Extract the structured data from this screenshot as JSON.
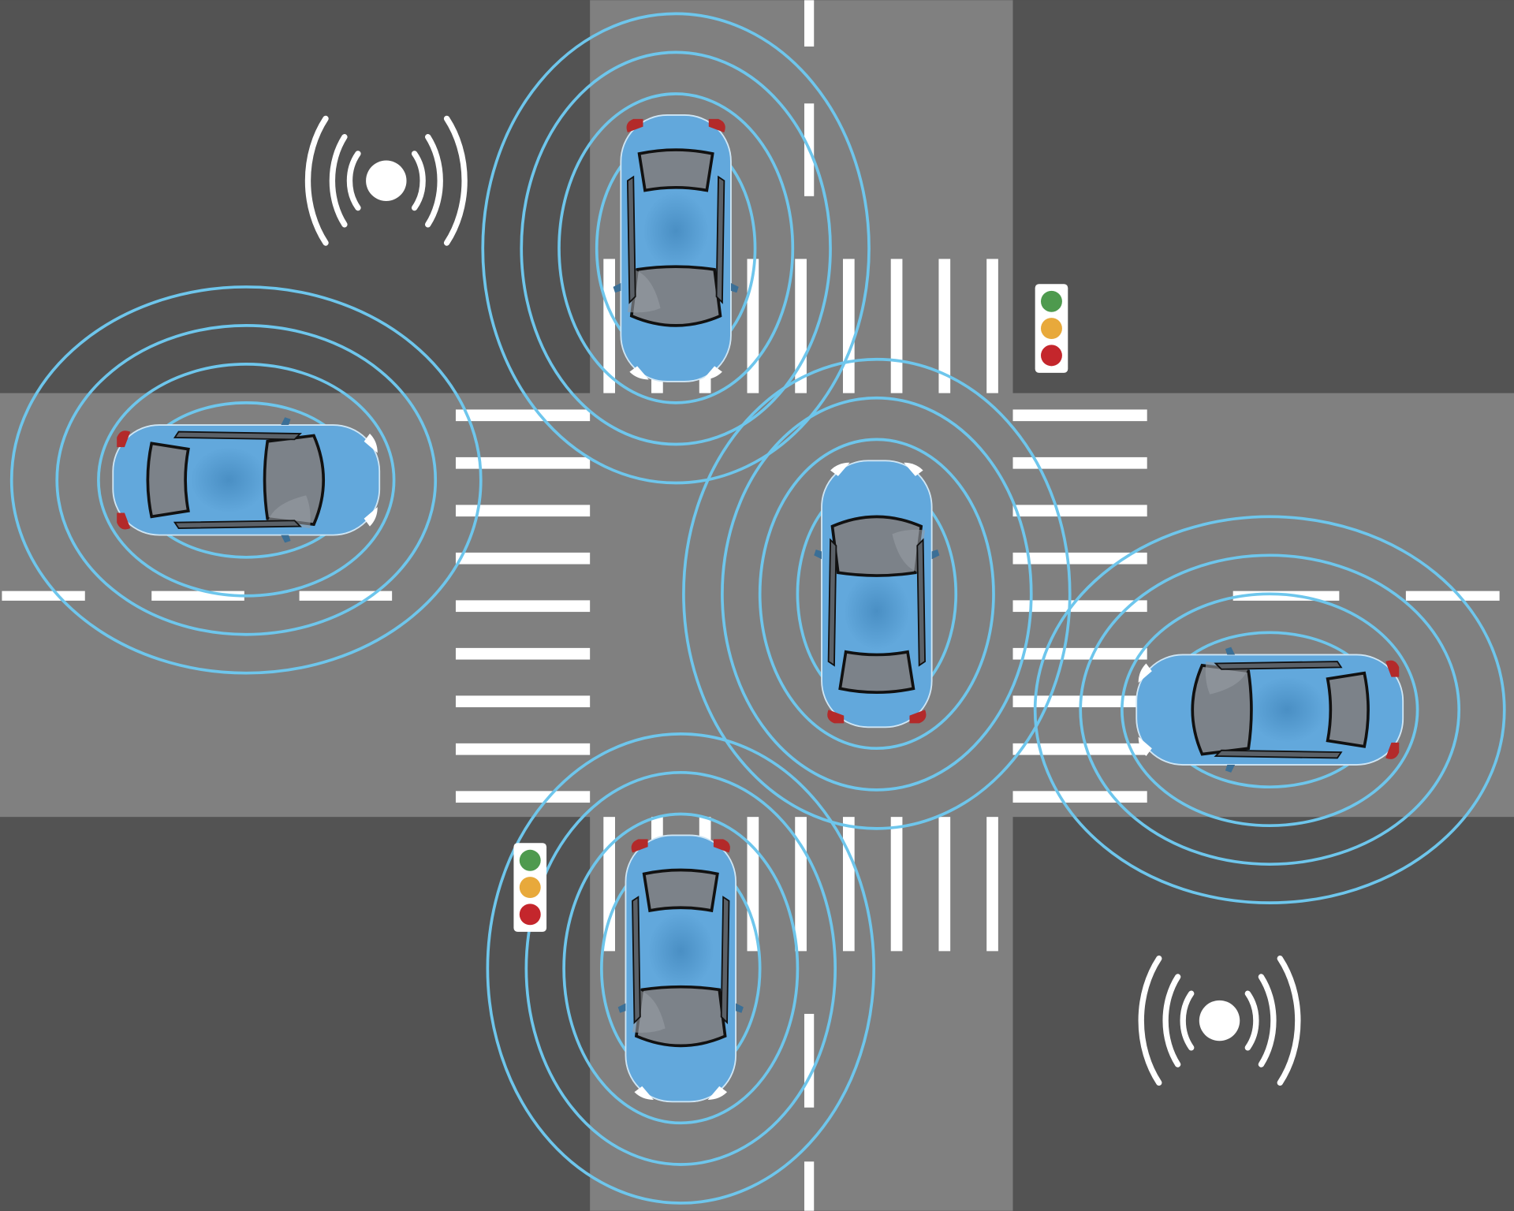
{
  "colors": {
    "block": "#535353",
    "road": "#808080",
    "marking": "#ffffff",
    "car_body": "#62a8dc",
    "signal_ring": "#6ec6ec",
    "light_green": "#4e9a4e",
    "light_amber": "#e8a93b",
    "light_red": "#c4262c"
  },
  "cars": [
    {
      "id": "top",
      "heading": "south"
    },
    {
      "id": "left",
      "heading": "east"
    },
    {
      "id": "center",
      "heading": "north"
    },
    {
      "id": "right",
      "heading": "west"
    },
    {
      "id": "bottom",
      "heading": "south"
    }
  ],
  "traffic_lights": 2,
  "wireless_beacons": 2
}
